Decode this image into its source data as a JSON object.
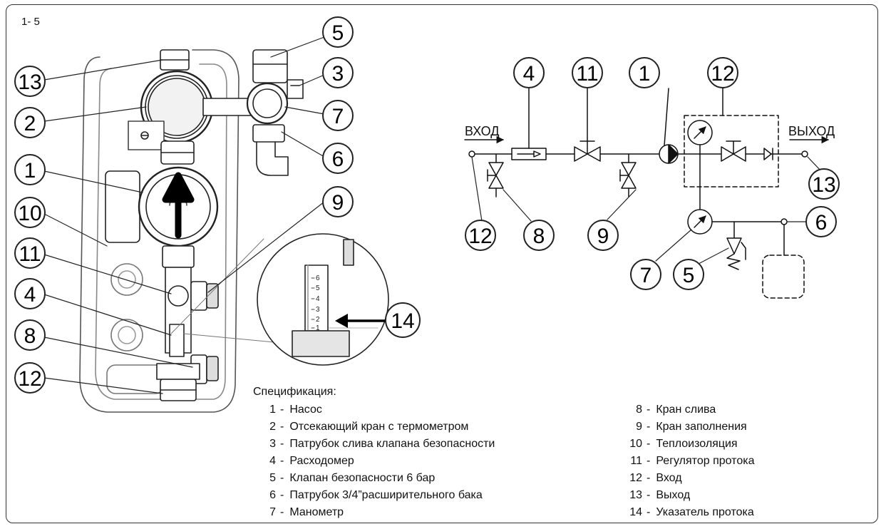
{
  "figure_label": "1- 5",
  "schematic": {
    "inlet_text": "ВХОД",
    "outlet_text": "ВЫХОД"
  },
  "photo_callouts": [
    "13",
    "2",
    "1",
    "10",
    "11",
    "4",
    "8",
    "12",
    "5",
    "3",
    "7",
    "6",
    "9",
    "14"
  ],
  "gauge_scale": [
    "6",
    "5",
    "4",
    "3",
    "2",
    "1"
  ],
  "schematic_callouts": [
    "4",
    "11",
    "1",
    "12",
    "12",
    "8",
    "9",
    "7",
    "5",
    "6",
    "13"
  ],
  "spec": {
    "title": "Спецификация:",
    "separator": "-",
    "left": [
      {
        "num": "1",
        "text": "Насос"
      },
      {
        "num": "2",
        "text": "Отсекающий кран с термометром"
      },
      {
        "num": "3",
        "text": "Патрубок слива клапана безопасности"
      },
      {
        "num": "4",
        "text": "Расходомер"
      },
      {
        "num": "5",
        "text": "Клапан безопасности 6 бар"
      },
      {
        "num": "6",
        "text": "Патрубок 3/4”расширительного бака"
      },
      {
        "num": "7",
        "text": "Манометр"
      }
    ],
    "right": [
      {
        "num": "8",
        "text": "Кран слива"
      },
      {
        "num": "9",
        "text": "Кран заполнения"
      },
      {
        "num": "10",
        "text": "Теплоизоляция"
      },
      {
        "num": "11",
        "text": "Регулятор протока"
      },
      {
        "num": "12",
        "text": "Вход"
      },
      {
        "num": "13",
        "text": "Выход"
      },
      {
        "num": "14",
        "text": "Указатель протока"
      }
    ]
  }
}
